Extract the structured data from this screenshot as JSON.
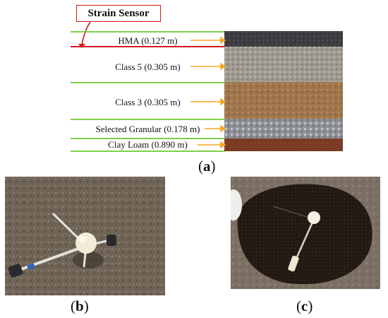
{
  "callout": {
    "text": "Strain Sensor"
  },
  "layers": [
    {
      "label": "HMA (0.127 m)"
    },
    {
      "label": "Class 5 (0.305 m)"
    },
    {
      "label": "Class 3 (0.305 m)"
    },
    {
      "label": "Selected Granular (0.178 m)"
    },
    {
      "label": "Clay Loam (0.890 m)"
    }
  ],
  "colors": {
    "callout_border": "#d0181c",
    "sensor_line": "#d0181c",
    "layer_lines": "#7fcf4a",
    "arrows": "#f5a623"
  },
  "captions": {
    "a_open": "(",
    "a_letter": "a",
    "a_close": ")",
    "b_open": "(",
    "b_letter": "b",
    "b_close": ")",
    "c_open": "(",
    "c_letter": "c",
    "c_close": ")"
  }
}
